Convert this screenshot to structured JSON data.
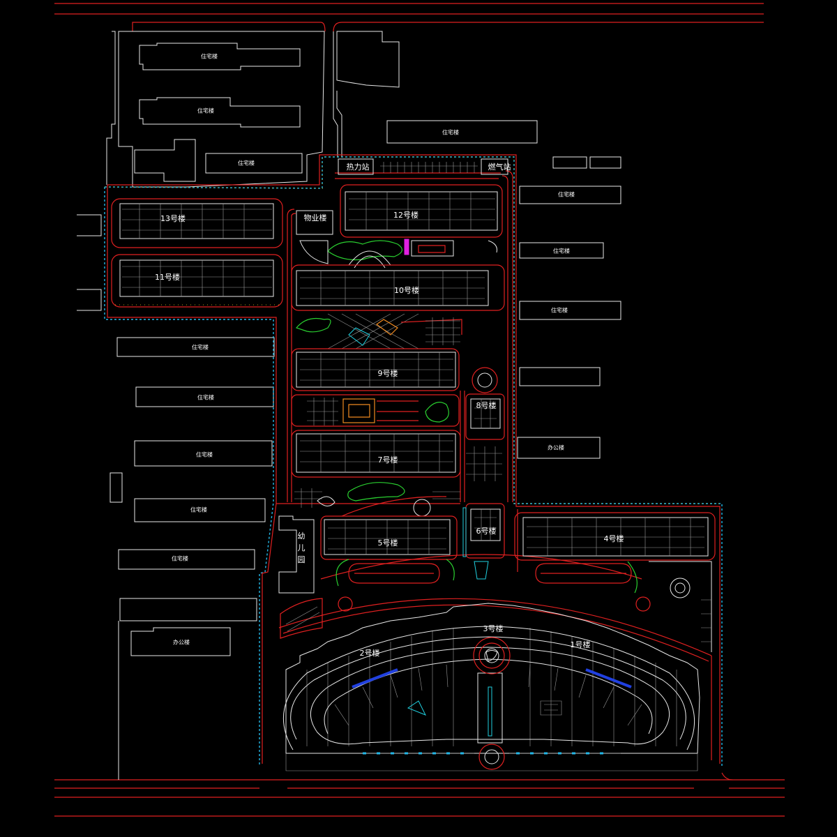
{
  "colors": {
    "background": "#000000",
    "outline": "#e8e8e8",
    "red_line": "#e02020",
    "blue_line": "#24b8e8",
    "yellow_line": "#e8d020",
    "green_line": "#2ad030",
    "magenta": "#e020e0"
  },
  "labels": {
    "residential": "住宅楼",
    "office": "办公楼",
    "heating_station": "热力站",
    "gas_station": "燃气站",
    "property_building": "物业楼",
    "kindergarten_1": "幼",
    "kindergarten_2": "儿",
    "kindergarten_3": "园",
    "b1": "1号楼",
    "b2": "2号楼",
    "b3": "3号楼",
    "b4": "4号楼",
    "b5": "5号楼",
    "b6": "6号楼",
    "b7": "7号楼",
    "b8": "8号楼",
    "b9": "9号楼",
    "b10": "10号楼",
    "b11": "11号楼",
    "b12": "12号楼",
    "b13": "13号楼"
  }
}
